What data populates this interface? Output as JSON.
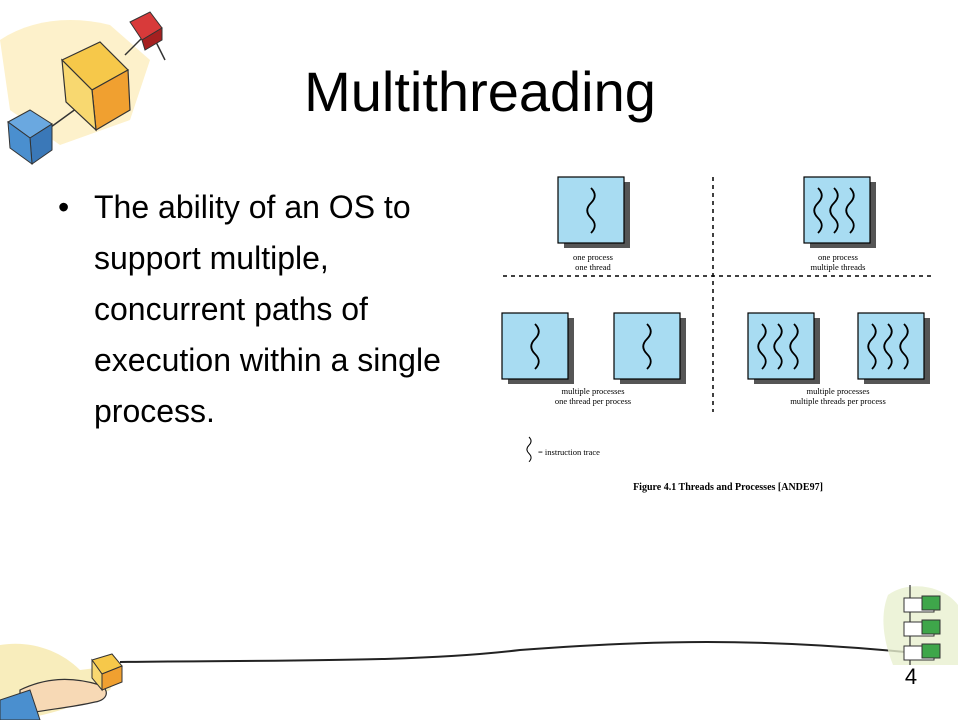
{
  "slide": {
    "title": "Multithreading",
    "bullet": "The ability of an OS to support multiple, concurrent paths of execution within a single process.",
    "page_number": "4"
  },
  "figure": {
    "labels": {
      "q1_line1": "one process",
      "q1_line2": "one thread",
      "q2_line1": "one process",
      "q2_line2": "multiple threads",
      "q3_line1": "multiple processes",
      "q3_line2": "one thread per process",
      "q4_line1": "multiple processes",
      "q4_line2": "multiple threads per process"
    },
    "legend": "= instruction trace",
    "caption": "Figure 4.1   Threads and Processes [ANDE97]"
  },
  "colors": {
    "process_fill": "#a8dcf2",
    "process_shadow": "#555555",
    "deco_yellow": "#f6c84a",
    "deco_blue": "#4a8fcf",
    "deco_red": "#d83a3a",
    "deco_green": "#3ea64a"
  }
}
